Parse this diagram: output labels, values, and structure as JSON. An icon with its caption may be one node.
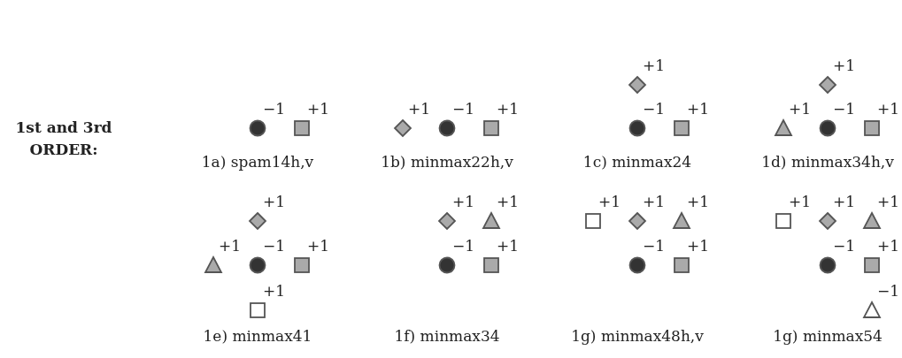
{
  "diagram": {
    "nodes": [
      {
        "text": [],
        "shape": "circle",
        "beside": [
          "−1"
        ]
      },
      {
        "text": [],
        "shape": "box",
        "beside": [
          "+1"
        ]
      },
      {
        "text": [],
        "shape": "diamond",
        "beside": [
          "+1"
        ]
      },
      {
        "text": [],
        "shape": "circle",
        "beside": [
          "−1"
        ]
      },
      {
        "text": [],
        "shape": "box",
        "beside": [
          "+1"
        ]
      },
      {
        "text": [],
        "shape": "diamond",
        "beside": [
          "+1"
        ]
      },
      {
        "text": [],
        "shape": "circle",
        "beside": [
          "−1"
        ]
      },
      {
        "text": [],
        "shape": "box",
        "beside": [
          "+1"
        ]
      },
      {
        "text": [],
        "shape": "diamond",
        "beside": [
          "+1"
        ]
      },
      {
        "text": [],
        "shape": "triangle",
        "beside": [
          "+1"
        ]
      },
      {
        "text": [],
        "shape": "circle",
        "beside": [
          "−1"
        ]
      },
      {
        "text": [],
        "shape": "box",
        "beside": [
          "+1"
        ]
      },
      {
        "text": [],
        "shape": "diamond",
        "beside": [
          "+1"
        ]
      },
      {
        "text": [],
        "shape": "triangle",
        "beside": [
          "+1"
        ]
      },
      {
        "text": [],
        "shape": "circle",
        "beside": [
          "−1"
        ]
      },
      {
        "text": [],
        "shape": "box",
        "beside": [
          "+1"
        ]
      },
      {
        "text": [],
        "shape": "hollow-box",
        "beside": [
          "+1"
        ]
      },
      {
        "text": [],
        "shape": "diamond",
        "beside": [
          "+1"
        ]
      },
      {
        "text": [],
        "shape": "triangle",
        "beside": [
          "+1"
        ]
      },
      {
        "text": [],
        "shape": "circle",
        "beside": [
          "−1"
        ]
      },
      {
        "text": [],
        "shape": "box",
        "beside": [
          "+1"
        ]
      },
      {
        "text": [],
        "shape": "hollow-box",
        "beside": [
          "+1"
        ]
      },
      {
        "text": [],
        "shape": "diamond",
        "beside": [
          "+1"
        ]
      },
      {
        "text": [],
        "shape": "triangle",
        "beside": [
          "+1"
        ]
      },
      {
        "text": [],
        "shape": "circle",
        "beside": [
          "−1"
        ]
      },
      {
        "text": [],
        "shape": "box",
        "beside": [
          "+1"
        ]
      },
      {
        "text": [],
        "shape": "hollow-box",
        "beside": [
          "+1"
        ]
      },
      {
        "text": [],
        "shape": "diamond",
        "beside": [
          "+1"
        ]
      },
      {
        "text": [],
        "shape": "triangle",
        "beside": [
          "+1"
        ]
      },
      {
        "text": [],
        "shape": "circle",
        "beside": [
          "−1"
        ]
      },
      {
        "text": [],
        "shape": "box",
        "beside": [
          "+1"
        ]
      },
      {
        "text": [],
        "shape": "hollow-triangle",
        "beside": [
          "−1"
        ]
      }
    ],
    "labels": [
      "1st and 3rd ORDER:",
      "1a) spam14h,v",
      "1b) minmax22h,v",
      "1c) minmax24",
      "1d) minmax34h,v",
      "1e) minmax41",
      "1f) minmax34",
      "1g) minmax48h,v",
      "1g) minmax54"
    ]
  }
}
